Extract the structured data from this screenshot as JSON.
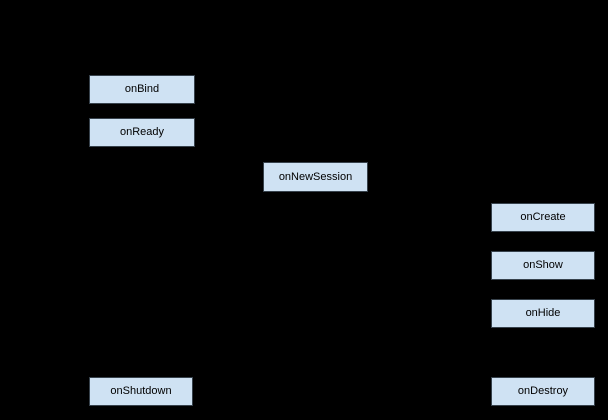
{
  "colors": {
    "background": "#000000",
    "node_fill": "#cfe2f3",
    "node_border": "#37424c",
    "node_text": "#000000"
  },
  "diagram": {
    "description": "Lifecycle callback flow diagram; only labeled boxes are visible against the black background",
    "nodes": [
      {
        "id": "onBind",
        "label": "onBind"
      },
      {
        "id": "onReady",
        "label": "onReady"
      },
      {
        "id": "onNewSession",
        "label": "onNewSession"
      },
      {
        "id": "onCreate",
        "label": "onCreate"
      },
      {
        "id": "onShow",
        "label": "onShow"
      },
      {
        "id": "onHide",
        "label": "onHide"
      },
      {
        "id": "onShutdown",
        "label": "onShutdown"
      },
      {
        "id": "onDestroy",
        "label": "onDestroy"
      }
    ]
  }
}
